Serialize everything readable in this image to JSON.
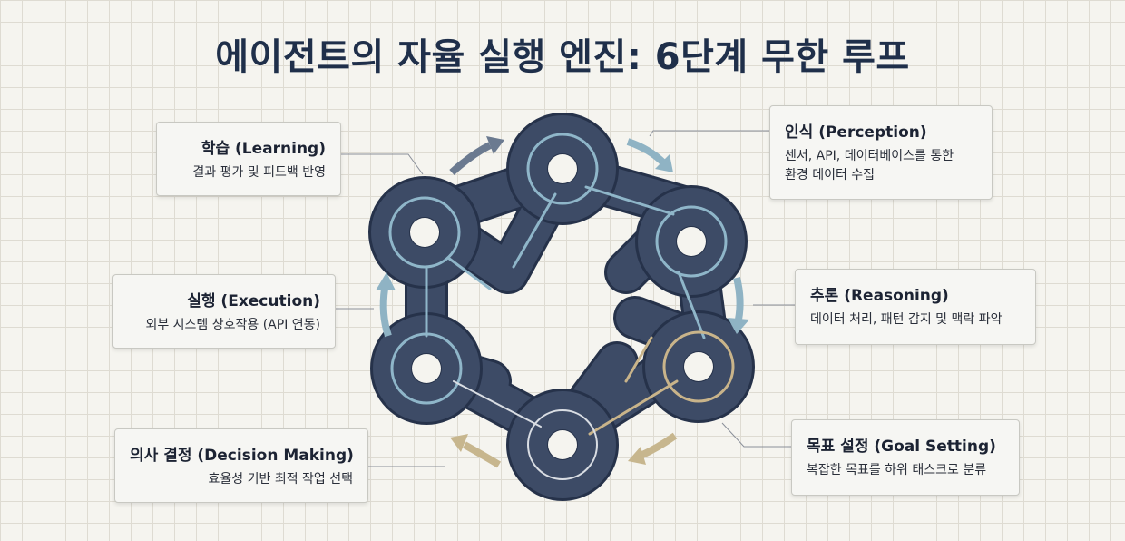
{
  "title": "에이전트의 자율 실행 엔진: 6단계 무한 루프",
  "stages": {
    "perception": {
      "title": "인식 (Perception)",
      "desc_line1": "센서, API, 데이터베이스를 통한",
      "desc_line2": "환경 데이터 수집"
    },
    "reasoning": {
      "title": "추론 (Reasoning)",
      "desc": "데이터 처리, 패턴 감지 및 맥락 파악"
    },
    "goal_setting": {
      "title": "목표 설정 (Goal Setting)",
      "desc": "복잡한 목표를 하위 태스크로 분류"
    },
    "decision_making": {
      "title": "의사 결정 (Decision Making)",
      "desc": "효율성 기반 최적 작업 선택"
    },
    "execution": {
      "title": "실행 (Execution)",
      "desc": "외부 시스템 상호작용 (API 연동)"
    },
    "learning": {
      "title": "학습 (Learning)",
      "desc": "결과 평가 및 피드백 반영"
    }
  },
  "colors": {
    "title": "#1f2f4a",
    "road": "#3d4b66",
    "road_edge": "#26324a",
    "lane_blue": "#8fb6c9",
    "lane_gold": "#c9b48a",
    "arrow_blue": "#8fb3c4",
    "arrow_gold": "#c7b68e",
    "arrow_slate": "#6b7a90"
  }
}
